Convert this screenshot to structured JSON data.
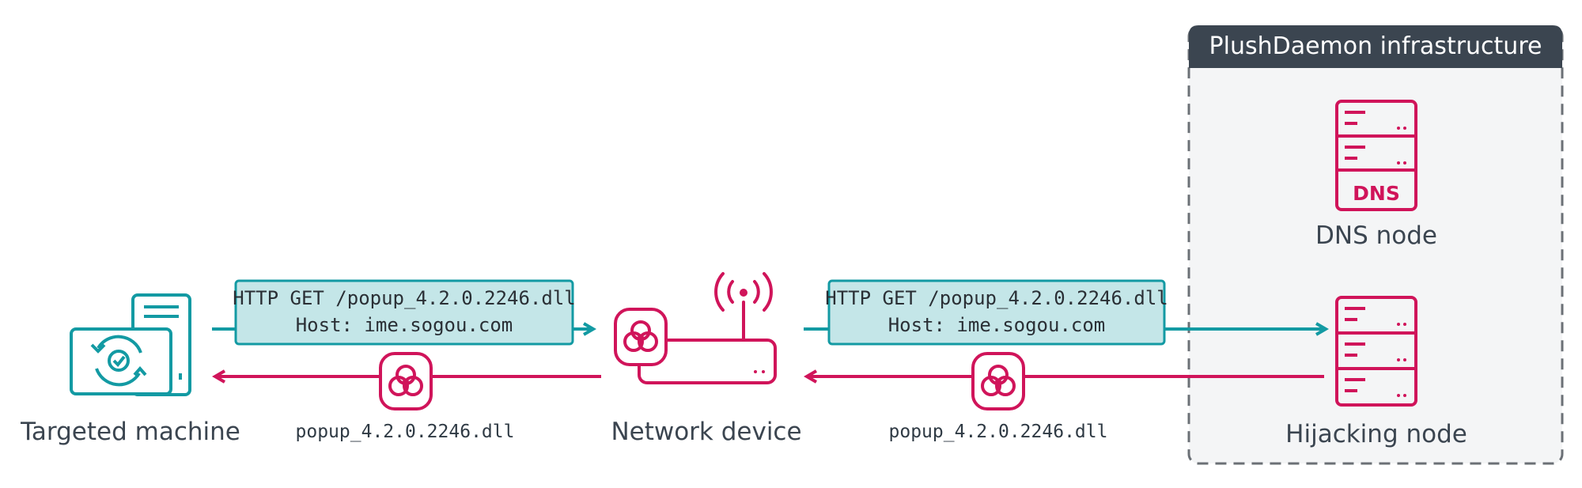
{
  "colors": {
    "teal": "#139aa3",
    "crimson": "#d0145a",
    "slate": "#3b4550",
    "panel": "#f4f5f6",
    "request_fill": "#c4e6e8"
  },
  "infrastructure": {
    "title": "PlushDaemon infrastructure"
  },
  "nodes": {
    "target": {
      "label": "Targeted machine",
      "icon": "computer-sync-icon"
    },
    "network": {
      "label": "Network device",
      "icon": "router-icon"
    },
    "dns": {
      "label": "DNS node",
      "badge": "DNS",
      "icon": "server-icon"
    },
    "hijack": {
      "label": "Hijacking node",
      "icon": "server-icon"
    }
  },
  "requests": {
    "left": {
      "line1": "HTTP GET /popup_4.2.0.2246.dll",
      "line2": "Host: ime.sogou.com"
    },
    "right": {
      "line1": "HTTP GET /popup_4.2.0.2246.dll",
      "line2": "Host: ime.sogou.com"
    }
  },
  "responses": {
    "left": {
      "file": "popup_4.2.0.2246.dll",
      "icon": "biohazard-icon"
    },
    "right": {
      "file": "popup_4.2.0.2246.dll",
      "icon": "biohazard-icon"
    }
  }
}
